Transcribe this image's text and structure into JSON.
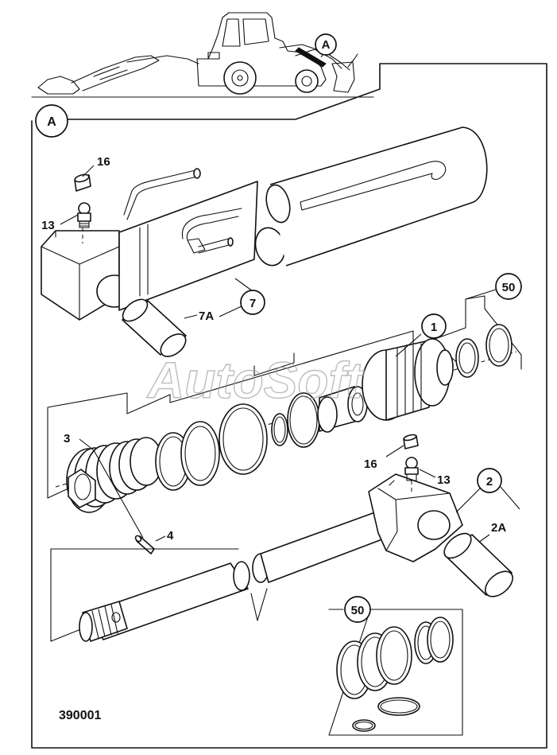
{
  "diagram": {
    "reference_number": "390001",
    "watermark": "AutoSoft",
    "view_label": "A",
    "machine_callout": "A",
    "callouts": {
      "c16_top": "16",
      "c13_top": "13",
      "c7": "7",
      "c7A": "7A",
      "c50_top": "50",
      "c1": "1",
      "c3": "3",
      "c4": "4",
      "c16_mid": "16",
      "c13_mid": "13",
      "c2": "2",
      "c2A": "2A",
      "c50_inset": "50"
    }
  }
}
